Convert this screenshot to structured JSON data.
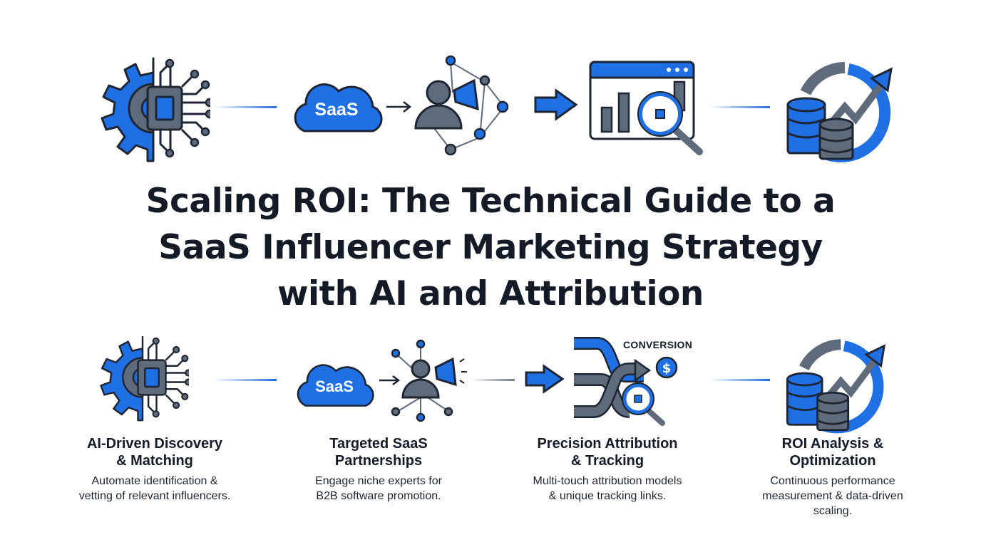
{
  "title": {
    "line1": "Scaling ROI: The Technical Guide to a",
    "line2": "SaaS Influencer Marketing Strategy",
    "line3": "with AI and Attribution"
  },
  "icons": {
    "cloud_label": "SaaS",
    "conversion_label": "CONVERSION"
  },
  "steps": [
    {
      "heading_l1": "AI-Driven Discovery",
      "heading_l2": "& Matching",
      "desc_l1": "Automate identification &",
      "desc_l2": "vetting of relevant influencers."
    },
    {
      "heading_l1": "Targeted SaaS",
      "heading_l2": "Partnerships",
      "desc_l1": "Engage niche experts for",
      "desc_l2": "B2B software promotion."
    },
    {
      "heading_l1": "Precision Attribution",
      "heading_l2": "& Tracking",
      "desc_l1": "Multi-touch attribution models",
      "desc_l2": "& unique tracking links."
    },
    {
      "heading_l1": "ROI Analysis &",
      "heading_l2": "Optimization",
      "desc_l1": "Continuous performance",
      "desc_l2": "measurement & data-driven",
      "desc_l3": "scaling."
    }
  ],
  "colors": {
    "accent": "#1f6fe5",
    "gray": "#5f6b7a",
    "outline": "#1e2533",
    "text": "#141b26"
  }
}
